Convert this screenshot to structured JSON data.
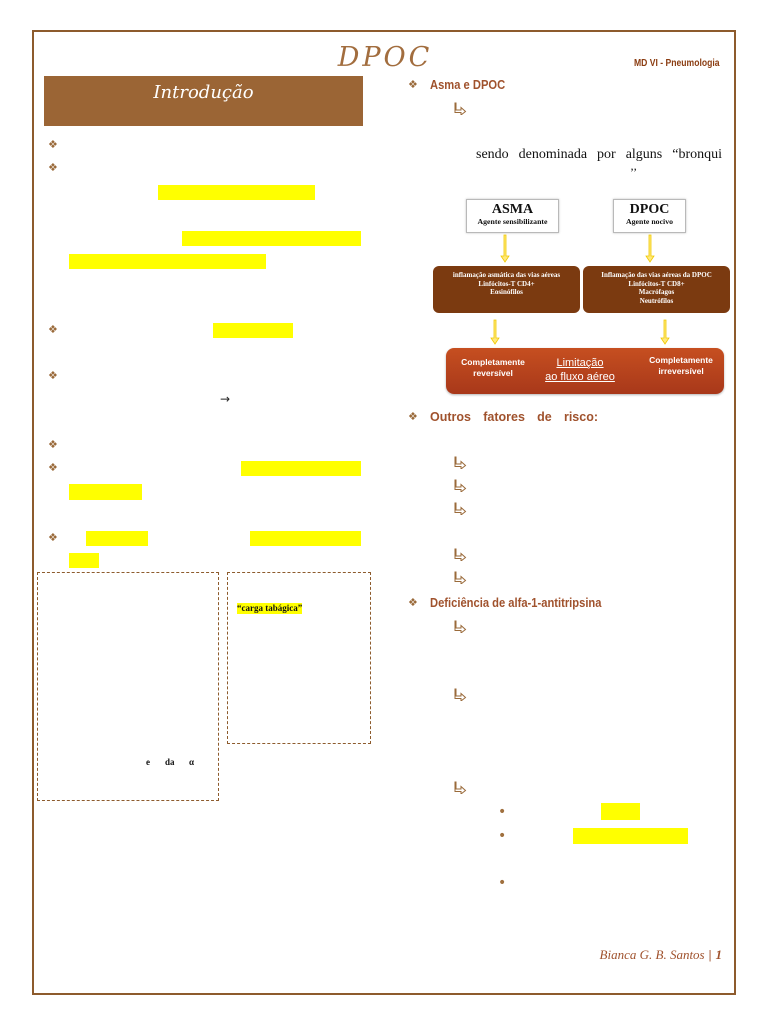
{
  "header": {
    "title": "DPOC",
    "subtitle": "MD VI - Pneumologia"
  },
  "intro": {
    "banner": "Introdução",
    "arrow": "→",
    "box1": [
      "e",
      "da",
      "α"
    ],
    "box2": "“carga tabágica”"
  },
  "asma_dpoc": {
    "title": "Asma e DPOC",
    "text": "sendo denominada por alguns “bronqui",
    "quote_close": "’’"
  },
  "diagram": {
    "asma": {
      "title": "ASMA",
      "subtitle": "Agente sensibilizante"
    },
    "dpoc": {
      "title": "DPOC",
      "subtitle": "Agente nocivo"
    },
    "asthma_inflammation": [
      "inflamação asmática das vias aéreas",
      "Linfócitos-T  CD4+",
      "Eosinófilos"
    ],
    "copd_inflammation": [
      "Inflamação das vias aéreas da DPOC",
      "Linfócitos-T  CD8+",
      "Macrófagos",
      "Neutrófilos"
    ],
    "bar": {
      "left": [
        "Completamente",
        "reversível"
      ],
      "center": [
        "Limitação",
        "ao fluxo aéreo"
      ],
      "right": [
        "Completamente",
        "irreversível"
      ]
    }
  },
  "risk_factors": {
    "title": "Outros fatores de risco:"
  },
  "alpha1": {
    "title": "Deficiência de alfa-1-antitripsina"
  },
  "footer": {
    "author": "Bianca G. B. Santos",
    "separator": "|",
    "page": "1"
  },
  "icons": {
    "section_bullet": "diamond-bullet-icon",
    "sub_bullet": "hook-arrow-icon",
    "list_bullet": "round-bullet-icon"
  },
  "colors": {
    "brown": "#8d5b2d",
    "banner": "#9b6535",
    "heading": "#a0522d",
    "diagram_box": "#7b3a10",
    "bar": "#b5441c",
    "highlight": "#ffff00"
  }
}
